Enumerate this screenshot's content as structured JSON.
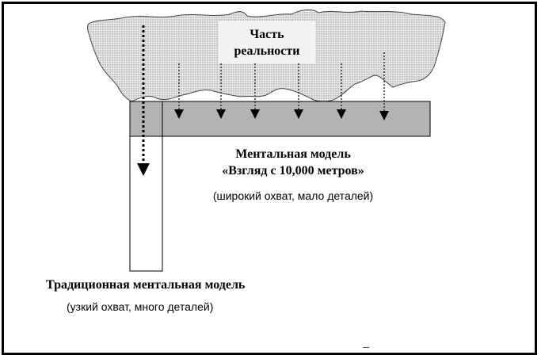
{
  "reality": {
    "line1": "Часть",
    "line2": "реальности"
  },
  "wide_model": {
    "title": "Ментальная модель",
    "quote": "«Взгляд с 10,000 метров»",
    "caption": "(широкий охват, мало деталей)"
  },
  "traditional_model": {
    "title": "Традиционная ментальная модель",
    "caption": "(узкий охват, много деталей)"
  },
  "colors": {
    "wide_bar_fill": "#b3b3b3",
    "cloud_fill": "#e6e6e6",
    "cloud_dots": "#9a9a9a"
  }
}
